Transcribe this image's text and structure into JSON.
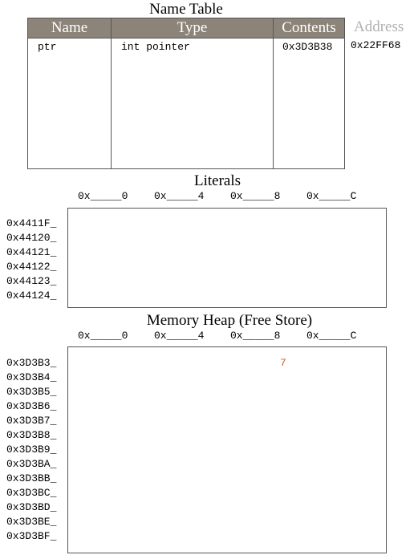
{
  "name_table": {
    "title": "Name Table",
    "headers": {
      "name": "Name",
      "type": "Type",
      "contents": "Contents",
      "address": "Address"
    },
    "rows": [
      {
        "name": "ptr",
        "type": "int pointer",
        "contents": "0x3D3B38",
        "address": "0x22FF68"
      }
    ]
  },
  "literals": {
    "title": "Literals",
    "col_headers": [
      "0x_____0",
      "0x_____4",
      "0x_____8",
      "0x_____C"
    ],
    "row_labels": [
      "0x4411F_",
      "0x44120_",
      "0x44121_",
      "0x44122_",
      "0x44123_",
      "0x44124_"
    ]
  },
  "heap": {
    "title": "Memory Heap (Free Store)",
    "col_headers": [
      "0x_____0",
      "0x_____4",
      "0x_____8",
      "0x_____C"
    ],
    "row_labels": [
      "0x3D3B3_",
      "0x3D3B4_",
      "0x3D3B5_",
      "0x3D3B6_",
      "0x3D3B7_",
      "0x3D3B8_",
      "0x3D3B9_",
      "0x3D3BA_",
      "0x3D3BB_",
      "0x3D3BC_",
      "0x3D3BD_",
      "0x3D3BE_",
      "0x3D3BF_"
    ],
    "values": [
      {
        "row": 0,
        "column": 2,
        "value": "7"
      }
    ],
    "value_color": "#d25a1e"
  },
  "colors": {
    "header_bg": "#8c8479",
    "address_header": "#b0b0b0",
    "border": "#555555"
  }
}
